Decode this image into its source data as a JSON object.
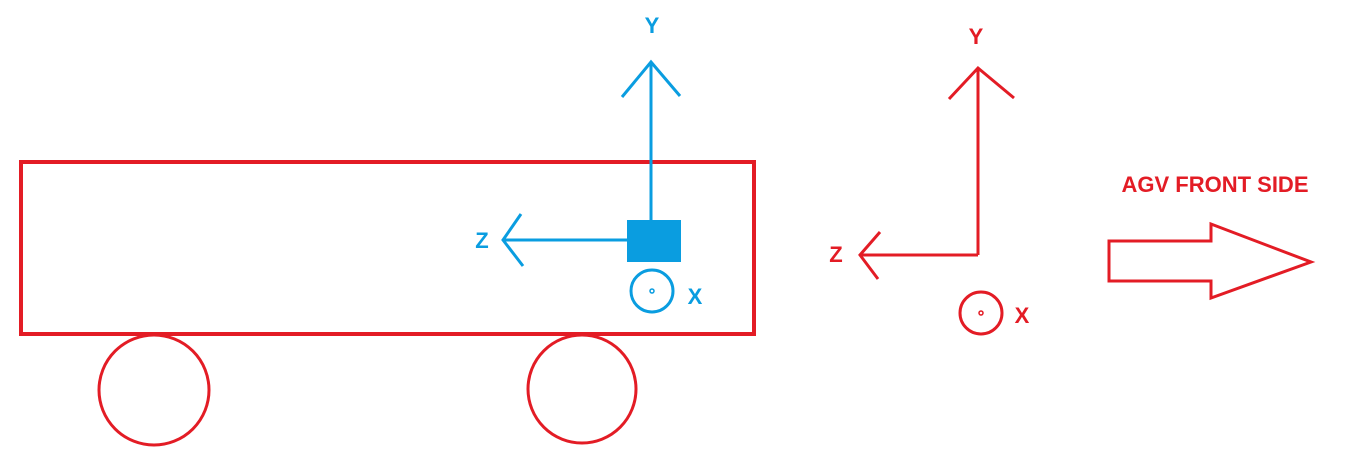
{
  "colors": {
    "agv": "#e31c25",
    "sensor": "#0a9de0",
    "background": "#ffffff"
  },
  "sensor_frame": {
    "y_label": "Y",
    "z_label": "Z",
    "x_label": "X"
  },
  "reference_frame": {
    "y_label": "Y",
    "z_label": "Z",
    "x_label": "X"
  },
  "front_side": {
    "label": "AGV FRONT SIDE",
    "icon": "arrow-right-icon"
  }
}
